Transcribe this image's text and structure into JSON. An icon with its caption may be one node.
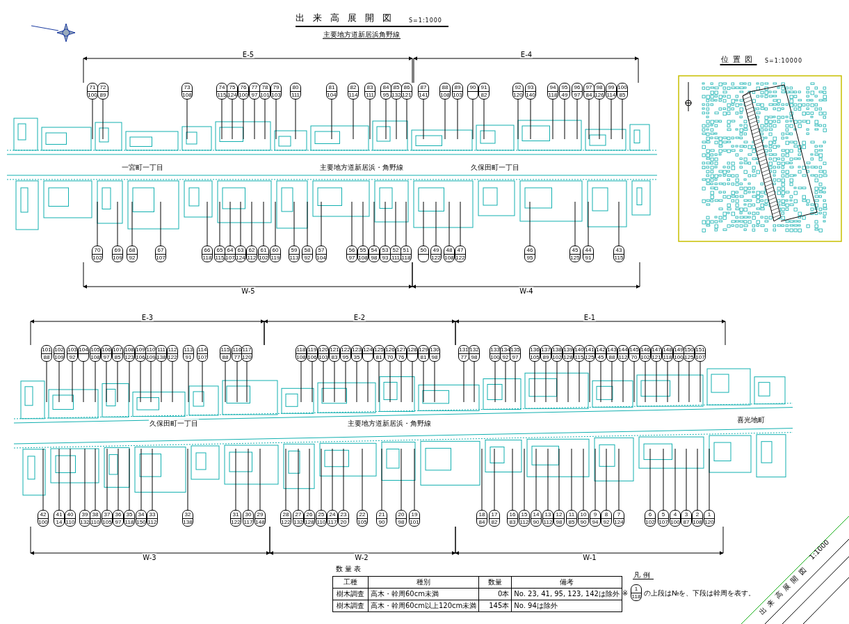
{
  "diagram": {
    "title": "出来高展開図",
    "nodes": [
      {
        "text": [
          "71",
          "100"
        ]
      },
      {
        "text": [
          "72",
          "89"
        ]
      },
      {
        "text": [
          "73",
          "108"
        ]
      },
      {
        "text": [
          "74",
          "115"
        ]
      },
      {
        "text": [
          "75",
          "124"
        ]
      },
      {
        "text": [
          "76",
          "100"
        ]
      },
      {
        "text": [
          "77",
          "97"
        ]
      },
      {
        "text": [
          "78",
          "101"
        ]
      },
      {
        "text": [
          "79",
          "103"
        ]
      },
      {
        "text": [
          "80",
          "111"
        ]
      },
      {
        "text": [
          "81",
          "104"
        ]
      },
      {
        "text": [
          "82",
          "114"
        ]
      },
      {
        "text": [
          "83",
          "111"
        ]
      },
      {
        "text": [
          "84",
          "95"
        ]
      },
      {
        "text": [
          "85",
          "132"
        ]
      },
      {
        "text": [
          "86",
          "121"
        ]
      },
      {
        "text": [
          "87",
          "141"
        ]
      },
      {
        "text": [
          "88",
          "108"
        ]
      },
      {
        "text": [
          "89",
          "103"
        ]
      },
      {
        "text": [
          "90"
        ]
      },
      {
        "text": [
          "91",
          "82"
        ]
      },
      {
        "text": [
          "92",
          "120"
        ]
      },
      {
        "text": [
          "93",
          "140"
        ]
      },
      {
        "text": [
          "94",
          "118"
        ]
      },
      {
        "text": [
          "95",
          "49"
        ]
      },
      {
        "text": [
          "96",
          "97"
        ]
      },
      {
        "text": [
          "97",
          "84"
        ]
      },
      {
        "text": [
          "98",
          "126"
        ]
      },
      {
        "text": [
          "99",
          "114"
        ]
      },
      {
        "text": [
          "100",
          "85"
        ]
      },
      {
        "text": [
          "70",
          "102"
        ]
      },
      {
        "text": [
          "69",
          "109"
        ]
      },
      {
        "text": [
          "68",
          "92"
        ]
      },
      {
        "text": [
          "67",
          "107"
        ]
      },
      {
        "text": [
          "66",
          "118"
        ]
      },
      {
        "text": [
          "65",
          "115"
        ]
      },
      {
        "text": [
          "64",
          "107"
        ]
      },
      {
        "text": [
          "63",
          "124"
        ]
      },
      {
        "text": [
          "62",
          "112"
        ]
      },
      {
        "text": [
          "61",
          "102"
        ]
      },
      {
        "text": [
          "60",
          "119"
        ]
      },
      {
        "text": [
          "59",
          "113"
        ]
      },
      {
        "text": [
          "58",
          "92"
        ]
      },
      {
        "text": [
          "57",
          "104"
        ]
      },
      {
        "text": [
          "56",
          "97"
        ]
      },
      {
        "text": [
          "55",
          "108"
        ]
      },
      {
        "text": [
          "54",
          "98"
        ]
      },
      {
        "text": [
          "53",
          "93"
        ]
      },
      {
        "text": [
          "52",
          "111"
        ]
      },
      {
        "text": [
          "51",
          "118"
        ]
      },
      {
        "text": [
          "50"
        ]
      },
      {
        "text": [
          "49",
          "122"
        ]
      },
      {
        "text": [
          "48",
          "108"
        ]
      },
      {
        "text": [
          "47",
          "122"
        ]
      },
      {
        "text": [
          "46",
          "95"
        ]
      },
      {
        "text": [
          "45",
          "125"
        ]
      },
      {
        "text": [
          "44",
          "91"
        ]
      },
      {
        "text": [
          "43",
          "115"
        ]
      },
      {
        "text": [
          "101",
          "88"
        ]
      },
      {
        "text": [
          "102",
          "109"
        ]
      },
      {
        "text": [
          "103",
          "92"
        ]
      },
      {
        "text": [
          "104"
        ]
      },
      {
        "text": [
          "105",
          "108"
        ]
      },
      {
        "text": [
          "106",
          "97"
        ]
      },
      {
        "text": [
          "107",
          "85"
        ]
      },
      {
        "text": [
          "108",
          "123"
        ]
      },
      {
        "text": [
          "109",
          "106"
        ]
      },
      {
        "text": [
          "110",
          "109"
        ]
      },
      {
        "text": [
          "111",
          "138"
        ]
      },
      {
        "text": [
          "112",
          "122"
        ]
      },
      {
        "text": [
          "113",
          "91"
        ]
      },
      {
        "text": [
          "114",
          "107"
        ]
      },
      {
        "text": [
          "115",
          "88"
        ]
      },
      {
        "text": [
          "116",
          "77"
        ]
      },
      {
        "text": [
          "117",
          "120"
        ]
      },
      {
        "text": [
          "118",
          "108"
        ]
      },
      {
        "text": [
          "119",
          "106"
        ]
      },
      {
        "text": [
          "120",
          "103"
        ]
      },
      {
        "text": [
          "121",
          "83"
        ]
      },
      {
        "text": [
          "122",
          "95"
        ]
      },
      {
        "text": [
          "123",
          "35"
        ]
      },
      {
        "text": [
          "124"
        ]
      },
      {
        "text": [
          "125",
          "81"
        ]
      },
      {
        "text": [
          "126",
          "70"
        ]
      },
      {
        "text": [
          "127",
          "76"
        ]
      },
      {
        "text": [
          "128"
        ]
      },
      {
        "text": [
          "129",
          "81"
        ]
      },
      {
        "text": [
          "130",
          "98"
        ]
      },
      {
        "text": [
          "131",
          "77"
        ]
      },
      {
        "text": [
          "132",
          "98"
        ]
      },
      {
        "text": [
          "133",
          "100"
        ]
      },
      {
        "text": [
          "134",
          "92"
        ]
      },
      {
        "text": [
          "135",
          "97"
        ]
      },
      {
        "text": [
          "136",
          "105"
        ]
      },
      {
        "text": [
          "137",
          "89"
        ]
      },
      {
        "text": [
          "138",
          "102"
        ]
      },
      {
        "text": [
          "139",
          "128"
        ]
      },
      {
        "text": [
          "140",
          "115"
        ]
      },
      {
        "text": [
          "141",
          "125"
        ]
      },
      {
        "text": [
          "142",
          "45"
        ]
      },
      {
        "text": [
          "143",
          "88"
        ]
      },
      {
        "text": [
          "144",
          "112"
        ]
      },
      {
        "text": [
          "145",
          "70"
        ]
      },
      {
        "text": [
          "146",
          "102"
        ]
      },
      {
        "text": [
          "147",
          "121"
        ]
      },
      {
        "text": [
          "148",
          "118"
        ]
      },
      {
        "text": [
          "149",
          "100"
        ]
      },
      {
        "text": [
          "150",
          "125"
        ]
      },
      {
        "text": [
          "151",
          "107"
        ]
      },
      {
        "text": [
          "42",
          "100"
        ]
      },
      {
        "text": [
          "41",
          "14"
        ]
      },
      {
        "text": [
          "40",
          "110"
        ]
      },
      {
        "text": [
          "39",
          "132"
        ]
      },
      {
        "text": [
          "38",
          "110"
        ]
      },
      {
        "text": [
          "37",
          "105"
        ]
      },
      {
        "text": [
          "36",
          "97"
        ]
      },
      {
        "text": [
          "35",
          "118"
        ]
      },
      {
        "text": [
          "34",
          "150"
        ]
      },
      {
        "text": [
          "33",
          "112"
        ]
      },
      {
        "text": [
          "32",
          "138"
        ]
      },
      {
        "text": [
          "31",
          "122"
        ]
      },
      {
        "text": [
          "30",
          "117"
        ]
      },
      {
        "text": [
          "29",
          "148"
        ]
      },
      {
        "text": [
          "28",
          "122"
        ]
      },
      {
        "text": [
          "27",
          "132"
        ]
      },
      {
        "text": [
          "26",
          "128"
        ]
      },
      {
        "text": [
          "25",
          "110"
        ]
      },
      {
        "text": [
          "24",
          "117"
        ]
      },
      {
        "text": [
          "23",
          "20"
        ]
      },
      {
        "text": [
          "22",
          "105"
        ]
      },
      {
        "text": [
          "21",
          "90"
        ]
      },
      {
        "text": [
          "20",
          "98"
        ]
      },
      {
        "text": [
          "19",
          "101"
        ]
      },
      {
        "text": [
          "18",
          "84"
        ]
      },
      {
        "text": [
          "17",
          "82"
        ]
      },
      {
        "text": [
          "16",
          "83"
        ]
      },
      {
        "text": [
          "15",
          "112"
        ]
      },
      {
        "text": [
          "14",
          "90"
        ]
      },
      {
        "text": [
          "13",
          "112"
        ]
      },
      {
        "text": [
          "12",
          "98"
        ]
      },
      {
        "text": [
          "11",
          "85"
        ]
      },
      {
        "text": [
          "10",
          "90"
        ]
      },
      {
        "text": [
          "9",
          "94"
        ]
      },
      {
        "text": [
          "8",
          "92"
        ]
      },
      {
        "text": [
          "7",
          "124"
        ]
      },
      {
        "text": [
          "6",
          "102"
        ]
      },
      {
        "text": [
          "5",
          "107"
        ]
      },
      {
        "text": [
          "4",
          "100"
        ]
      },
      {
        "text": [
          "3",
          "87"
        ]
      },
      {
        "text": [
          "2",
          "108"
        ]
      },
      {
        "text": [
          "1",
          "120"
        ]
      },
      {
        "text": [
          "1",
          "118"
        ],
        "beside": [
          "※"
        ]
      }
    ],
    "edges": [
      {
        "from": 0,
        "to": null,
        "arrow": "none"
      },
      {
        "from": 1,
        "to": null,
        "arrow": "none"
      },
      {
        "from": 2,
        "to": null,
        "arrow": "none"
      },
      {
        "from": 3,
        "to": null,
        "arrow": "none"
      },
      {
        "from": 4,
        "to": null,
        "arrow": "none"
      },
      {
        "from": 5,
        "to": null,
        "arrow": "none"
      },
      {
        "from": 6,
        "to": null,
        "arrow": "none"
      },
      {
        "from": 7,
        "to": null,
        "arrow": "none"
      },
      {
        "from": 8,
        "to": null,
        "arrow": "none"
      },
      {
        "from": 9,
        "to": null,
        "arrow": "none"
      },
      {
        "from": 10,
        "to": null,
        "arrow": "none"
      },
      {
        "from": 11,
        "to": null,
        "arrow": "none"
      },
      {
        "from": 12,
        "to": null,
        "arrow": "none"
      },
      {
        "from": 13,
        "to": null,
        "arrow": "none"
      },
      {
        "from": 14,
        "to": null,
        "arrow": "none"
      },
      {
        "from": 15,
        "to": null,
        "arrow": "none"
      },
      {
        "from": 16,
        "to": null,
        "arrow": "none"
      },
      {
        "from": 17,
        "to": null,
        "arrow": "none"
      },
      {
        "from": 18,
        "to": null,
        "arrow": "none"
      },
      {
        "from": 19,
        "to": null,
        "arrow": "none"
      },
      {
        "from": 20,
        "to": null,
        "arrow": "none"
      },
      {
        "from": 21,
        "to": null,
        "arrow": "none"
      },
      {
        "from": 22,
        "to": null,
        "arrow": "none"
      },
      {
        "from": 23,
        "to": null,
        "arrow": "none"
      },
      {
        "from": 24,
        "to": null,
        "arrow": "none"
      },
      {
        "from": 25,
        "to": null,
        "arrow": "none"
      },
      {
        "from": 26,
        "to": null,
        "arrow": "none"
      },
      {
        "from": 27,
        "to": null,
        "arrow": "none"
      },
      {
        "from": 28,
        "to": null,
        "arrow": "none"
      },
      {
        "from": 29,
        "to": null,
        "arrow": "none"
      },
      {
        "from": 30,
        "to": null,
        "arrow": "none"
      },
      {
        "from": 31,
        "to": null,
        "arrow": "none"
      },
      {
        "from": 32,
        "to": null,
        "arrow": "none"
      },
      {
        "from": 33,
        "to": null,
        "arrow": "none"
      },
      {
        "from": 34,
        "to": null,
        "arrow": "none"
      },
      {
        "from": 35,
        "to": null,
        "arrow": "none"
      },
      {
        "from": 36,
        "to": null,
        "arrow": "none"
      },
      {
        "from": 37,
        "to": null,
        "arrow": "none"
      },
      {
        "from": 38,
        "to": null,
        "arrow": "none"
      },
      {
        "from": 39,
        "to": null,
        "arrow": "none"
      },
      {
        "from": 40,
        "to": null,
        "arrow": "none"
      },
      {
        "from": 41,
        "to": null,
        "arrow": "none"
      },
      {
        "from": 42,
        "to": null,
        "arrow": "none"
      },
      {
        "from": 43,
        "to": null,
        "arrow": "none"
      },
      {
        "from": 44,
        "to": null,
        "arrow": "none"
      },
      {
        "from": 45,
        "to": null,
        "arrow": "none"
      },
      {
        "from": 46,
        "to": null,
        "arrow": "none"
      },
      {
        "from": 47,
        "to": null,
        "arrow": "none"
      },
      {
        "from": 48,
        "to": null,
        "arrow": "none"
      },
      {
        "from": 49,
        "to": null,
        "arrow": "none"
      },
      {
        "from": 50,
        "to": null,
        "arrow": "none"
      },
      {
        "from": 51,
        "to": null,
        "arrow": "none"
      },
      {
        "from": 52,
        "to": null,
        "arrow": "none"
      },
      {
        "from": 53,
        "to": null,
        "arrow": "none"
      },
      {
        "from": 54,
        "to": null,
        "arrow": "none"
      },
      {
        "from": 55,
        "to": null,
        "arrow": "none"
      },
      {
        "from": 56,
        "to": null,
        "arrow": "none"
      },
      {
        "from": 57,
        "to": null,
        "arrow": "none"
      },
      {
        "from": 58,
        "to": null,
        "arrow": "none"
      },
      {
        "from": 59,
        "to": null,
        "arrow": "none"
      },
      {
        "from": 60,
        "to": null,
        "arrow": "none"
      },
      {
        "from": 61,
        "to": null,
        "arrow": "none"
      },
      {
        "from": 62,
        "to": null,
        "arrow": "none"
      },
      {
        "from": 63,
        "to": null,
        "arrow": "none"
      },
      {
        "from": 64,
        "to": null,
        "arrow": "none"
      },
      {
        "from": 65,
        "to": null,
        "arrow": "none"
      },
      {
        "from": 66,
        "to": null,
        "arrow": "none"
      },
      {
        "from": 67,
        "to": null,
        "arrow": "none"
      },
      {
        "from": 68,
        "to": null,
        "arrow": "none"
      },
      {
        "from": 69,
        "to": null,
        "arrow": "none"
      },
      {
        "from": 70,
        "to": null,
        "arrow": "none"
      },
      {
        "from": 71,
        "to": null,
        "arrow": "none"
      },
      {
        "from": 72,
        "to": null,
        "arrow": "none"
      },
      {
        "from": 73,
        "to": null,
        "arrow": "none"
      },
      {
        "from": 74,
        "to": null,
        "arrow": "none"
      },
      {
        "from": 75,
        "to": null,
        "arrow": "none"
      },
      {
        "from": 76,
        "to": null,
        "arrow": "none"
      },
      {
        "from": 77,
        "to": null,
        "arrow": "none"
      },
      {
        "from": 78,
        "to": null,
        "arrow": "none"
      },
      {
        "from": 79,
        "to": null,
        "arrow": "none"
      },
      {
        "from": 80,
        "to": null,
        "arrow": "none"
      },
      {
        "from": 81,
        "to": null,
        "arrow": "none"
      },
      {
        "from": 82,
        "to": null,
        "arrow": "none"
      },
      {
        "from": 83,
        "to": null,
        "arrow": "none"
      },
      {
        "from": 84,
        "to": null,
        "arrow": "none"
      },
      {
        "from": 85,
        "to": null,
        "arrow": "none"
      },
      {
        "from": 86,
        "to": null,
        "arrow": "none"
      },
      {
        "from": 87,
        "to": null,
        "arrow": "none"
      },
      {
        "from": 88,
        "to": null,
        "arrow": "none"
      },
      {
        "from": 89,
        "to": null,
        "arrow": "none"
      },
      {
        "from": 90,
        "to": null,
        "arrow": "none"
      },
      {
        "from": 91,
        "to": null,
        "arrow": "none"
      },
      {
        "from": 92,
        "to": null,
        "arrow": "none"
      },
      {
        "from": 93,
        "to": null,
        "arrow": "none"
      },
      {
        "from": 94,
        "to": null,
        "arrow": "none"
      },
      {
        "from": 95,
        "to": null,
        "arrow": "none"
      },
      {
        "from": 96,
        "to": null,
        "arrow": "none"
      },
      {
        "from": 97,
        "to": null,
        "arrow": "none"
      },
      {
        "from": 98,
        "to": null,
        "arrow": "none"
      },
      {
        "from": 99,
        "to": null,
        "arrow": "none"
      },
      {
        "from": 100,
        "to": null,
        "arrow": "none"
      },
      {
        "from": 101,
        "to": null,
        "arrow": "none"
      },
      {
        "from": 102,
        "to": null,
        "arrow": "none"
      },
      {
        "from": 103,
        "to": null,
        "arrow": "none"
      },
      {
        "from": 104,
        "to": null,
        "arrow": "none"
      },
      {
        "from": 105,
        "to": null,
        "arrow": "none"
      },
      {
        "from": 106,
        "to": null,
        "arrow": "none"
      },
      {
        "from": 107,
        "to": null,
        "arrow": "none"
      },
      {
        "from": 108,
        "to": null,
        "arrow": "none"
      },
      {
        "from": 109,
        "to": null,
        "arrow": "none"
      },
      {
        "from": 110,
        "to": null,
        "arrow": "none"
      },
      {
        "from": 111,
        "to": null,
        "arrow": "none"
      },
      {
        "from": 112,
        "to": null,
        "arrow": "none"
      },
      {
        "from": 113,
        "to": null,
        "arrow": "none"
      },
      {
        "from": 114,
        "to": null,
        "arrow": "none"
      },
      {
        "from": 115,
        "to": null,
        "arrow": "none"
      },
      {
        "from": 116,
        "to": null,
        "arrow": "none"
      },
      {
        "from": 117,
        "to": null,
        "arrow": "none"
      },
      {
        "from": 118,
        "to": null,
        "arrow": "none"
      },
      {
        "from": 119,
        "to": null,
        "arrow": "none"
      },
      {
        "from": 120,
        "to": null,
        "arrow": "none"
      },
      {
        "from": 121,
        "to": null,
        "arrow": "none"
      },
      {
        "from": 122,
        "to": null,
        "arrow": "none"
      },
      {
        "from": 123,
        "to": null,
        "arrow": "none"
      },
      {
        "from": 124,
        "to": null,
        "arrow": "none"
      },
      {
        "from": 125,
        "to": null,
        "arrow": "none"
      },
      {
        "from": 126,
        "to": null,
        "arrow": "none"
      },
      {
        "from": 127,
        "to": null,
        "arrow": "none"
      },
      {
        "from": 128,
        "to": null,
        "arrow": "none"
      },
      {
        "from": 129,
        "to": null,
        "arrow": "none"
      },
      {
        "from": 130,
        "to": null,
        "arrow": "none"
      },
      {
        "from": 131,
        "to": null,
        "arrow": "none"
      },
      {
        "from": 132,
        "to": null,
        "arrow": "none"
      },
      {
        "from": 133,
        "to": null,
        "arrow": "none"
      },
      {
        "from": 134,
        "to": null,
        "arrow": "none"
      },
      {
        "from": 135,
        "to": null,
        "arrow": "none"
      },
      {
        "from": 136,
        "to": null,
        "arrow": "none"
      },
      {
        "from": 137,
        "to": null,
        "arrow": "none"
      },
      {
        "from": 138,
        "to": null,
        "arrow": "none"
      },
      {
        "from": 139,
        "to": null,
        "arrow": "none"
      },
      {
        "from": 140,
        "to": null,
        "arrow": "none"
      },
      {
        "from": 141,
        "to": null,
        "arrow": "none"
      },
      {
        "from": 142,
        "to": null,
        "arrow": "none"
      },
      {
        "from": 143,
        "to": null,
        "arrow": "none"
      },
      {
        "from": 144,
        "to": null,
        "arrow": "none"
      },
      {
        "from": 145,
        "to": null,
        "arrow": "none"
      },
      {
        "from": 146,
        "to": null,
        "arrow": "none"
      },
      {
        "from": 147,
        "to": null,
        "arrow": "none"
      },
      {
        "from": 148,
        "to": null,
        "arrow": "none"
      },
      {
        "from": 149,
        "to": null,
        "arrow": "none"
      },
      {
        "from": 150,
        "to": null,
        "arrow": "none"
      }
    ],
    "labels": [
      "S=1:1000",
      "主要地方道新居浜角野線",
      "E-5",
      "E-4",
      "位置図",
      "S=1:10000",
      "一宮町一丁目",
      "主要地方道新居浜・角野線",
      "久保田町一丁目",
      "W-5",
      "W-4",
      "E-3",
      "E-2",
      "E-1",
      "久保田町一丁目",
      "主要地方道新居浜・角野線",
      "喜光地町",
      "W-3",
      "W-2",
      "W-1",
      "数量表",
      "工種",
      "種別",
      "数量",
      "備考",
      "樹木調査",
      "高木・幹周60cm未満",
      "0本",
      "No. 23, 41, 95, 123, 142は除外",
      "樹木調査",
      "高木・幹周60cm以上120cm未満",
      "145本",
      "No. 94は除外",
      "凡例",
      "出来高展開図",
      "1:1000"
    ],
    "legend": [
      {
        "text": "の上段は№を、下段は幹周を表す。"
      }
    ]
  }
}
